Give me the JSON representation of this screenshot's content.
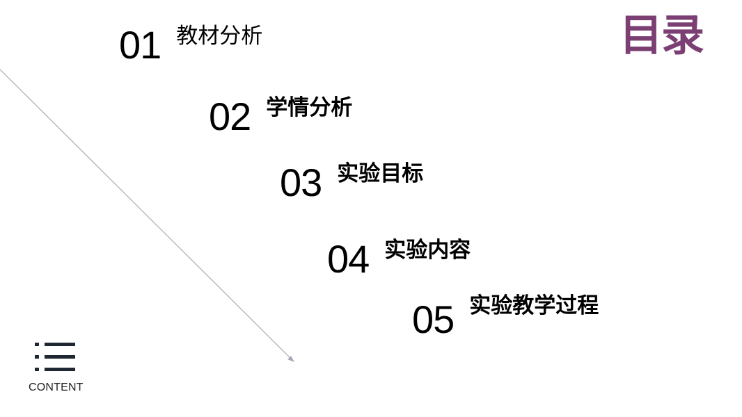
{
  "title": "目录",
  "items": [
    {
      "num": "01",
      "label": "教材分析"
    },
    {
      "num": "02",
      "label": "学情分析"
    },
    {
      "num": "03",
      "label": "实验目标"
    },
    {
      "num": "04",
      "label": "实验内容"
    },
    {
      "num": "05",
      "label": "实验教学过程"
    }
  ],
  "footer": {
    "icon": "list-menu-icon",
    "label": "CONTENT"
  },
  "colors": {
    "title": "#7b3f73",
    "text": "#000000",
    "line": "#a8a8b4",
    "icon": "#1f2733"
  }
}
